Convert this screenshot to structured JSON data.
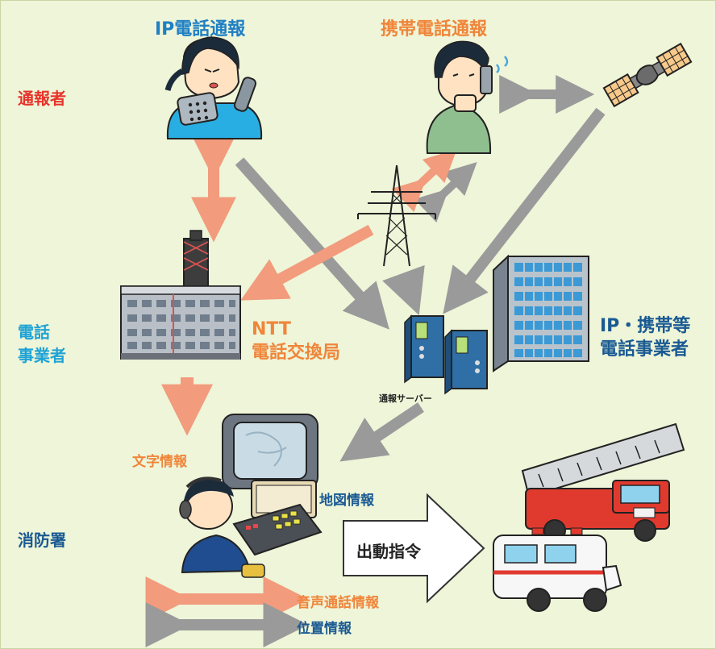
{
  "titles": {
    "ip_call": "IP電話通報",
    "mobile_call": "携帯電話通報"
  },
  "roles": {
    "caller": "通報者",
    "carrier_line1": "電話",
    "carrier_line2": "事業者",
    "fire_station": "消防署"
  },
  "ntt": {
    "line1": "NTT",
    "line2": "電話交換局"
  },
  "ip_carrier": {
    "line1": "IP・携帯等",
    "line2": "電話事業者"
  },
  "server_label": "通報サーバー",
  "text_info": "文字情報",
  "map_info": "地図情報",
  "dispatch": "出動指令",
  "legend": {
    "voice": "音声通話情報",
    "location": "位置情報"
  },
  "colors": {
    "background": "#eef5d8",
    "voice_arrow": "#f29b7d",
    "location_arrow": "#9a9a9a",
    "title_blue": "#1f7fc4",
    "title_orange": "#f0853a",
    "role_red": "#e8332a",
    "role_cyan": "#1fa3d6",
    "role_navy": "#1a5a93"
  }
}
